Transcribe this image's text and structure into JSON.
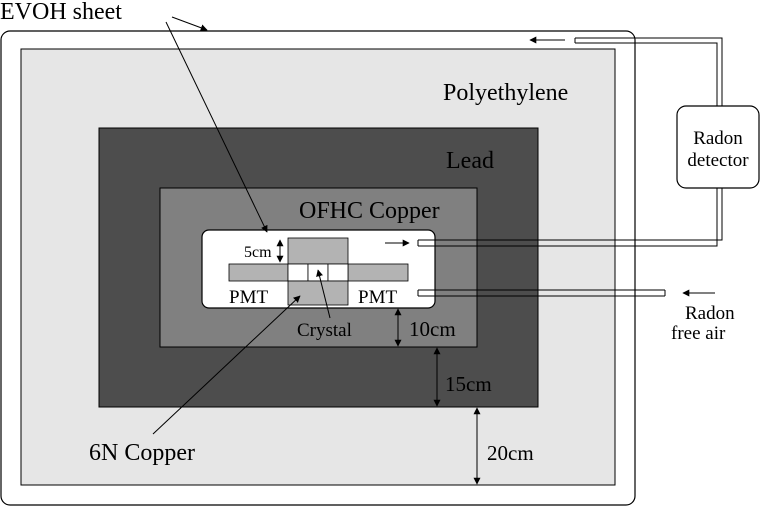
{
  "labels": {
    "evoh": "EVOH sheet",
    "polyethylene": "Polyethylene",
    "lead": "Lead",
    "ofhc": "OFHC Copper",
    "five_cm": "5cm",
    "pmt_left": "PMT",
    "pmt_right": "PMT",
    "crystal": "Crystal",
    "ten_cm": "10cm",
    "fifteen_cm": "15cm",
    "twenty_cm": "20cm",
    "six_n": "6N Copper",
    "radon_det_1": "Radon",
    "radon_det_2": "detector",
    "radon_free_1": "Radon",
    "radon_free_2": "free air"
  },
  "colors": {
    "polyethylene": "#e6e6e6",
    "lead": "#4d4d4d",
    "ofhc": "#808080",
    "inner_copper": "#b3b3b3",
    "outline": "#000000"
  }
}
